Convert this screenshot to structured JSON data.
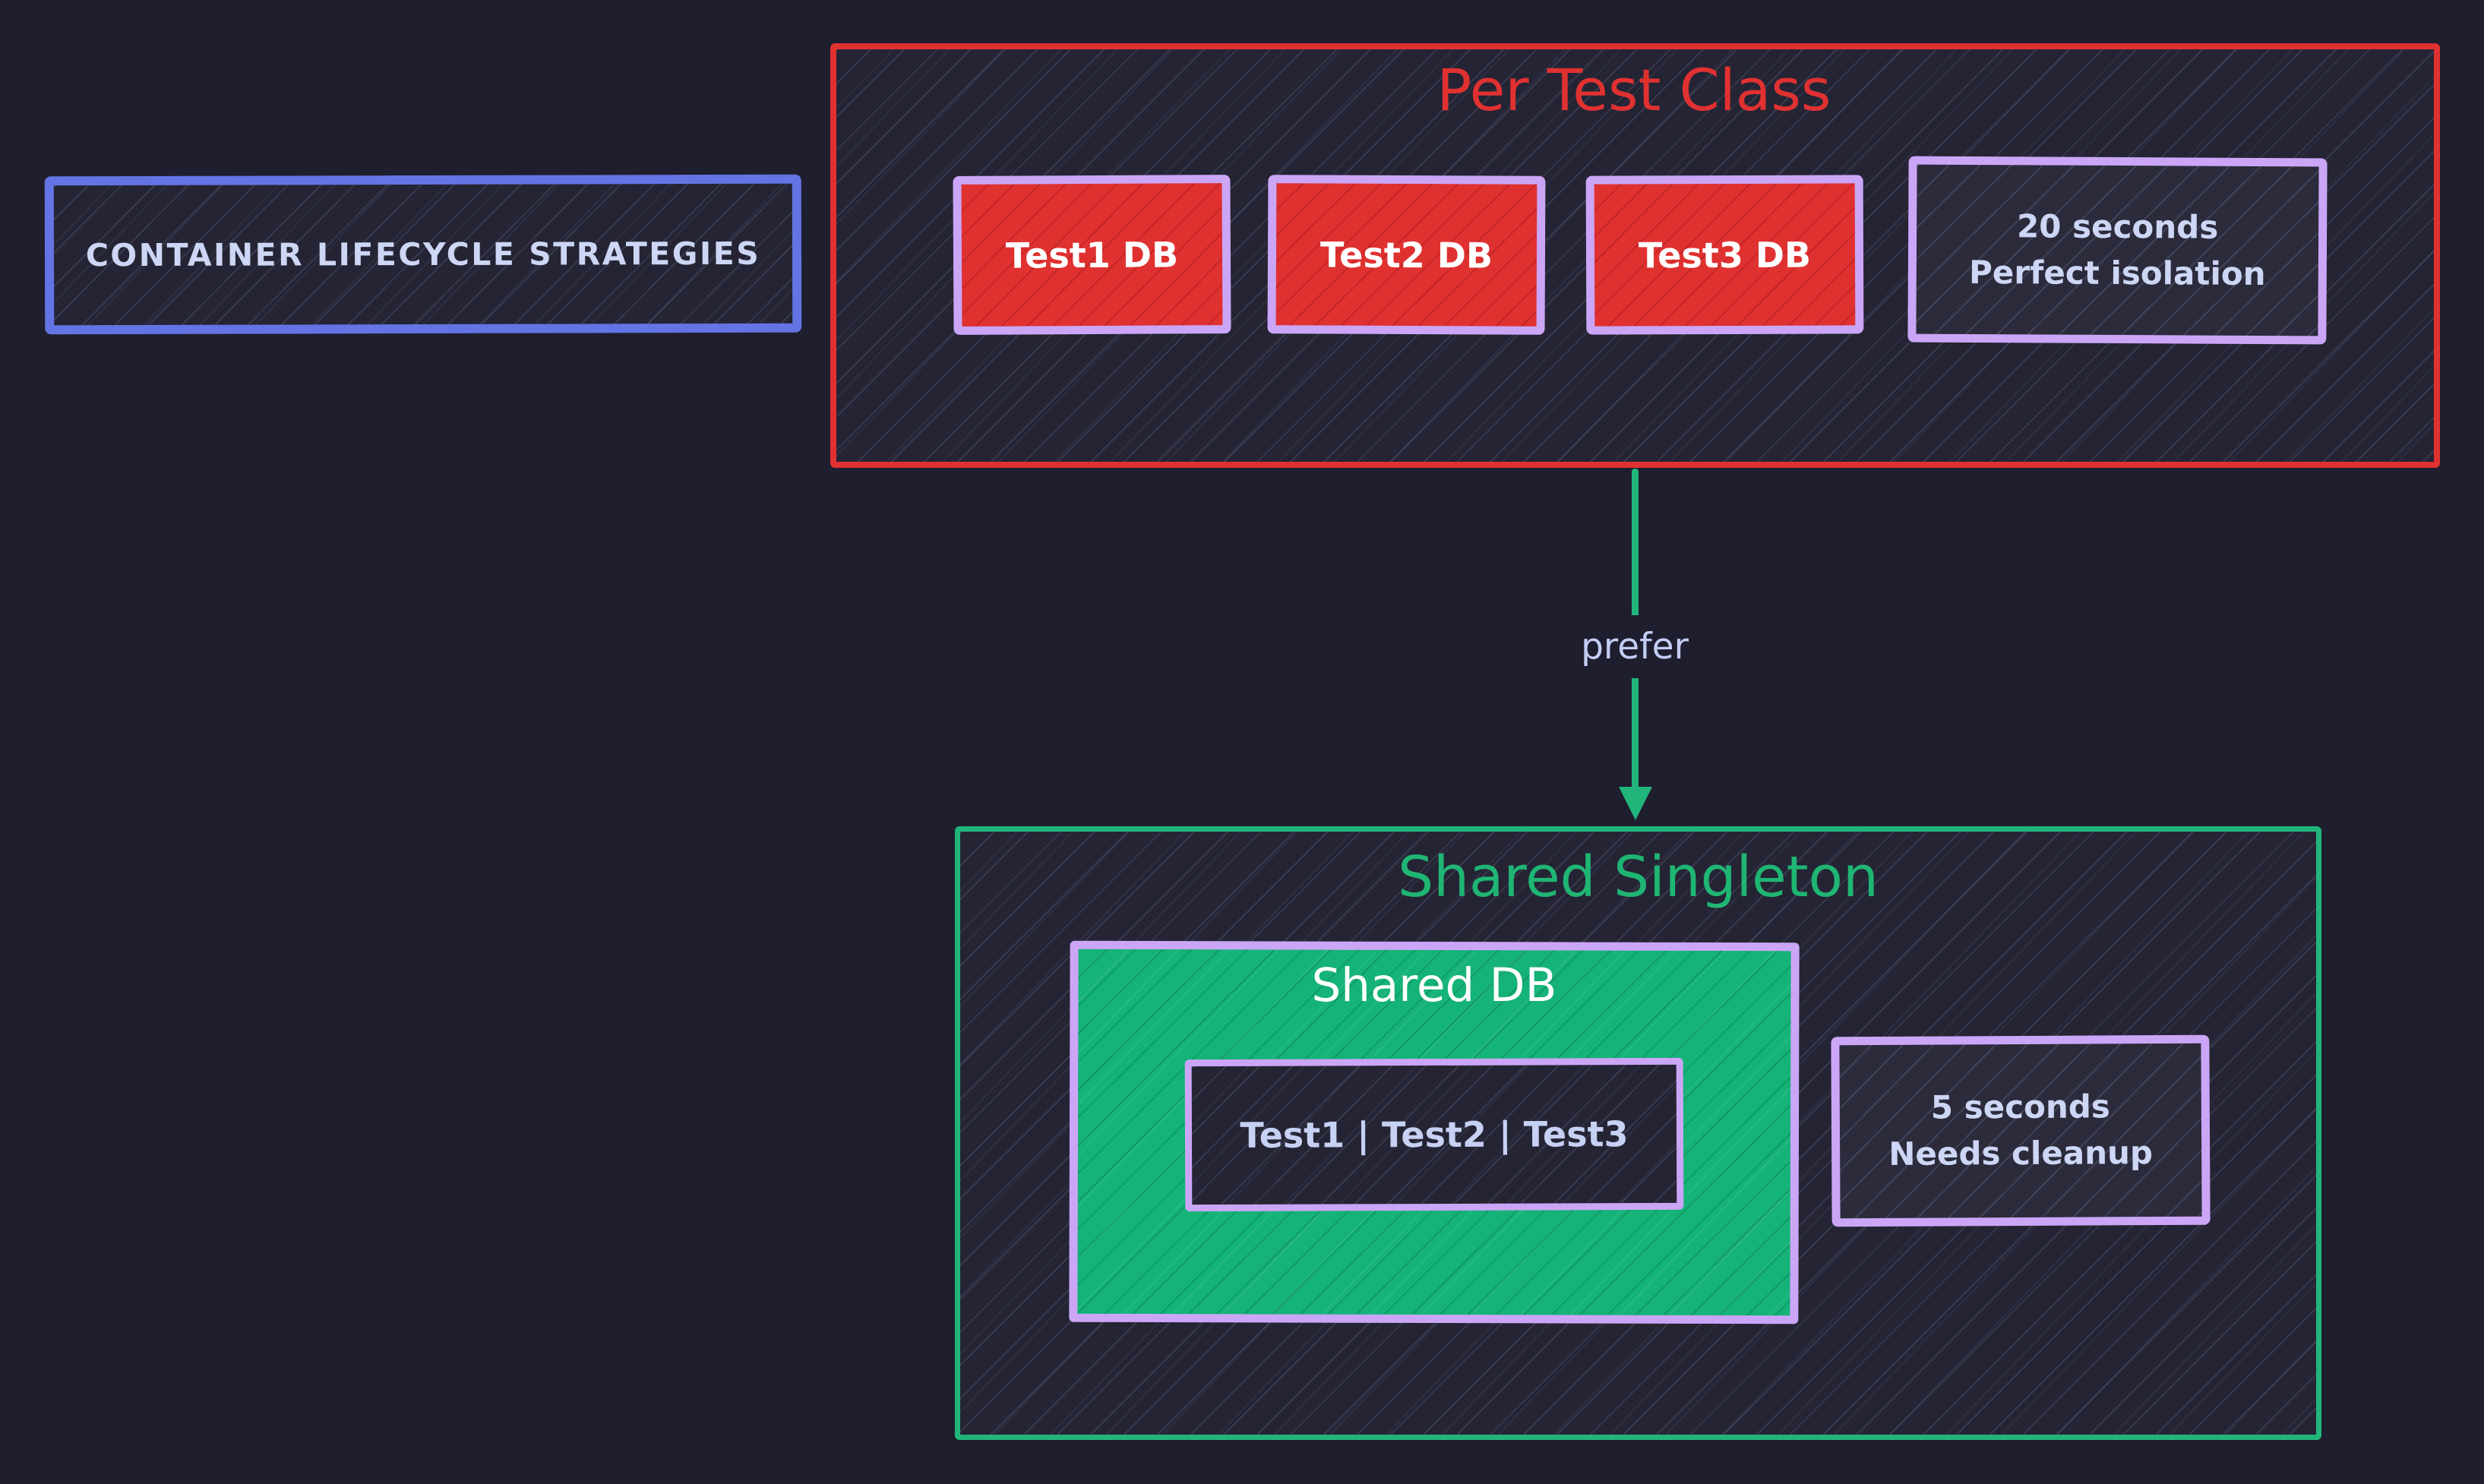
{
  "page": {
    "background": "#1e1e2e"
  },
  "header_box": {
    "label": "CONTAINER LIFECYCLE STRATEGIES"
  },
  "per_test_class": {
    "title": "Per Test Class",
    "tests": [
      "Test1 DB",
      "Test2 DB",
      "Test3 DB"
    ],
    "note": {
      "line1": "20 seconds",
      "line2": "Perfect isolation"
    }
  },
  "arrow": {
    "label": "prefer"
  },
  "shared_singleton": {
    "title": "Shared Singleton",
    "shared_db": {
      "title": "Shared DB",
      "tests_label": "Test1 | Test2 | Test3"
    },
    "note": {
      "line1": "5 seconds",
      "line2": "Needs cleanup"
    }
  },
  "colors": {
    "background": "#1e1e2e",
    "red": "#e03131",
    "green": "#22b57b",
    "green_fill": "#15b378",
    "purple": "#cba6f7",
    "blue": "#6474e4",
    "lavender_text": "#cdd6f4",
    "white_text": "#ffffff"
  }
}
